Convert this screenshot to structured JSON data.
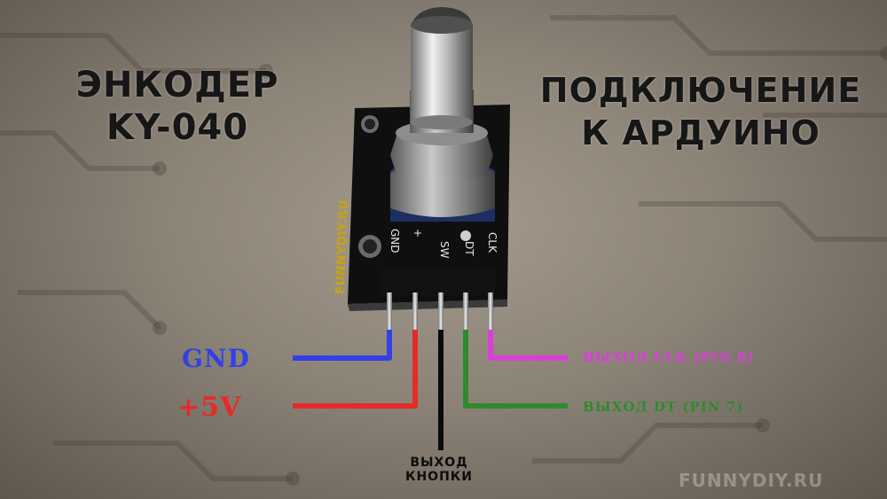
{
  "title_left": {
    "line1": "ЭНКОДЕР",
    "line2": "KY-040"
  },
  "title_right": {
    "line1": "ПОДКЛЮЧЕНИЕ",
    "line2": "К АРДУИНО"
  },
  "board": {
    "watermark_vertical": "FUNNYDIY.RU",
    "pin_labels": [
      "GND",
      "+",
      "SW",
      "DT",
      "CLK"
    ]
  },
  "wires": {
    "gnd": {
      "label": "GND",
      "color": "#3240e6"
    },
    "vcc": {
      "label": "+5V",
      "color": "#e62a2a"
    },
    "sw": {
      "label_line1": "ВЫХОД",
      "label_line2": "КНОПКИ",
      "color": "#0a0a0a"
    },
    "dt": {
      "label": "ВЫХОД  DT  (PIN 7)",
      "color": "#2f8a2f"
    },
    "clk": {
      "label": "ВЫХОД CLK (PIN 8)",
      "color": "#d840d8"
    }
  },
  "watermark": "FUNNYDIY.RU"
}
